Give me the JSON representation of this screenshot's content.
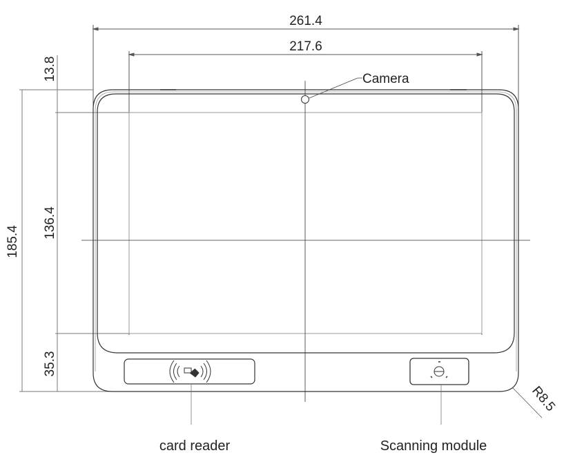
{
  "drawing": {
    "dimensions": {
      "overall_width": "261.4",
      "screen_width": "217.6",
      "overall_height": "185.4",
      "screen_height": "136.4",
      "top_bezel": "13.8",
      "bottom_bezel": "35.3",
      "corner_radius": "R8.5"
    },
    "callouts": {
      "camera": "Camera",
      "card_reader": "card reader",
      "scanning_module": "Scanning module"
    },
    "icons": {
      "card_reader": "nfc-card-icon",
      "scanning_module": "scanner-lens-icon"
    },
    "colors": {
      "line": "#333333",
      "thin_line": "#888888",
      "text": "#222222"
    }
  }
}
